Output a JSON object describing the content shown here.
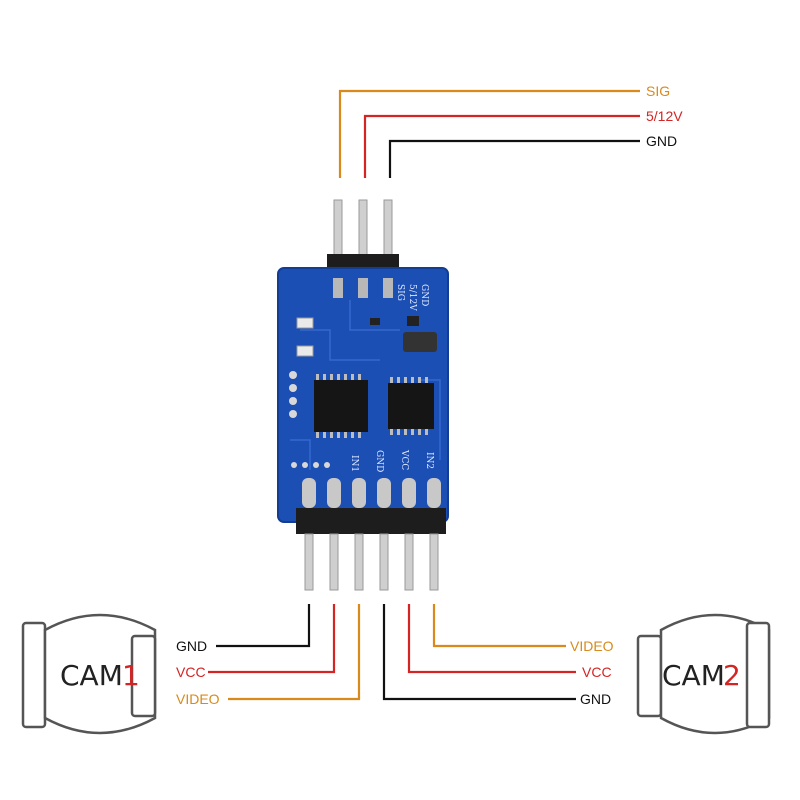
{
  "colors": {
    "sig": "#d98a1a",
    "power": "#d42424",
    "gnd": "#111111",
    "pcb": "#1c4fb4",
    "pcb_edge": "#123d93",
    "pin": "#c9c9c9",
    "header": "#222222"
  },
  "top_wires": {
    "sig": "SIG",
    "power": "5/12V",
    "gnd": "GND"
  },
  "board": {
    "silk_top": [
      "GND",
      "5/12V",
      "SIG"
    ],
    "silk_bottom": [
      "IN1",
      "GND",
      "VCC",
      "IN2"
    ]
  },
  "cam1": {
    "label": "CAM",
    "number": "1",
    "wires": [
      "GND",
      "VCC",
      "VIDEO"
    ]
  },
  "cam2": {
    "label": "CAM",
    "number": "2",
    "wires": [
      "VIDEO",
      "VCC",
      "GND"
    ]
  }
}
